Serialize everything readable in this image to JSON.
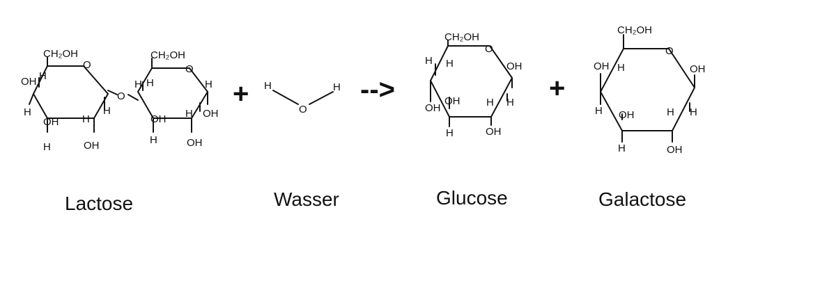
{
  "reaction": {
    "plus": "+",
    "arrow": "-->",
    "names": {
      "lactose": "Lactose",
      "water": "Wasser",
      "glucose": "Glucose",
      "galactose": "Galactose"
    }
  },
  "atoms": {
    "ch2oh": "CH₂OH",
    "o": "O",
    "oh": "OH",
    "h": "H"
  },
  "colors": {
    "ink": "#111111",
    "background": "#ffffff"
  }
}
